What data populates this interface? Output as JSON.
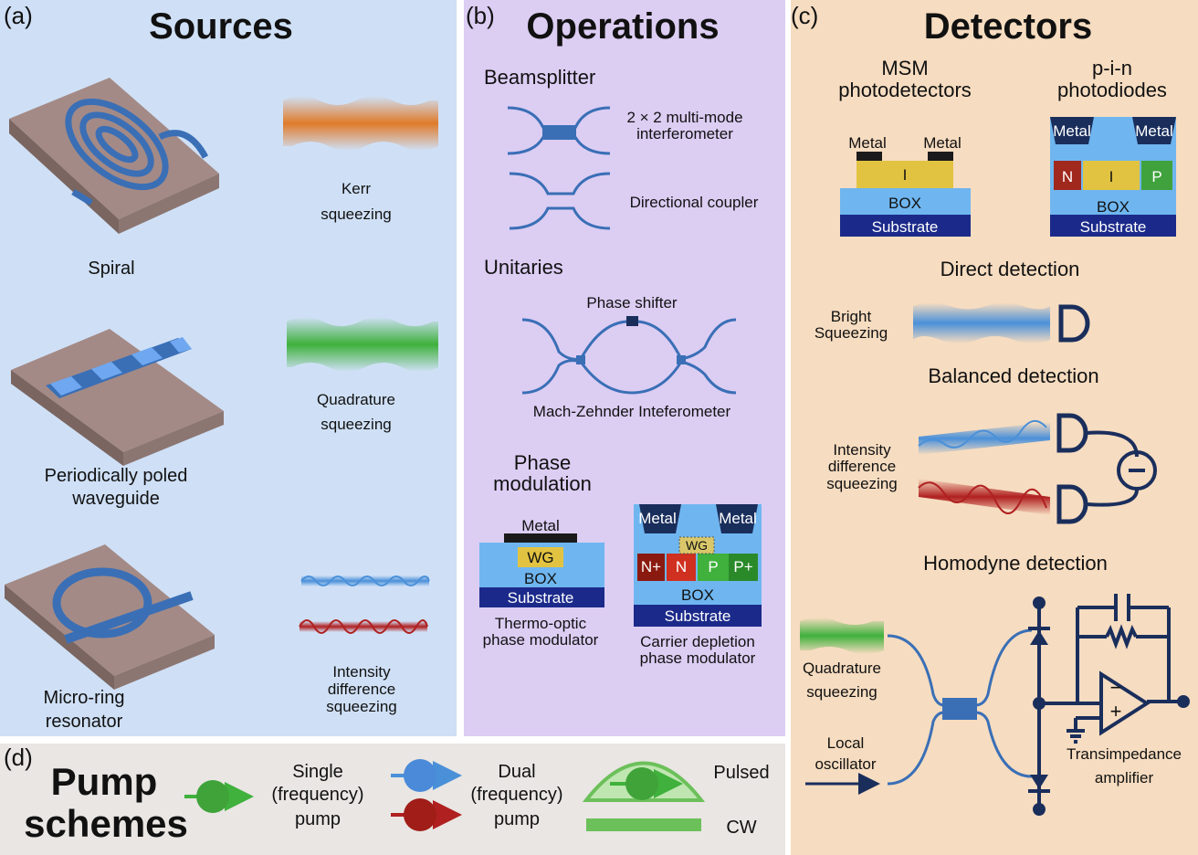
{
  "panel_a": {
    "tag": "(a)",
    "title": "Sources",
    "spiral": "Spiral",
    "ppwg": [
      "Periodically poled",
      "waveguide"
    ],
    "ring": [
      "Micro-ring",
      "resonator"
    ],
    "kerr": [
      "Kerr",
      "squeezing"
    ],
    "quad": [
      "Quadrature",
      "squeezing"
    ],
    "intensity": [
      "Intensity",
      "difference",
      "squeezing"
    ]
  },
  "panel_b": {
    "tag": "(b)",
    "title": "Operations",
    "beamsplitter": "Beamsplitter",
    "mmi": [
      "2 × 2 multi-mode",
      "interferometer"
    ],
    "dc": "Directional coupler",
    "unitaries": "Unitaries",
    "phase_shifter": "Phase shifter",
    "mzi": "Mach-Zehnder Inteferometer",
    "phase_mod": [
      "Phase",
      "modulation"
    ],
    "metal": "Metal",
    "wg": "WG",
    "box": "BOX",
    "substrate": "Substrate",
    "thermo": [
      "Thermo-optic",
      "phase modulator"
    ],
    "carrier": [
      "Carrier depletion",
      "phase modulator"
    ],
    "nplus": "N+",
    "n": "N",
    "p": "P",
    "pplus": "P+"
  },
  "panel_c": {
    "tag": "(c)",
    "title": "Detectors",
    "msm": [
      "MSM",
      "photodetectors"
    ],
    "pin": [
      "p-i-n",
      "photodiodes"
    ],
    "metal": "Metal",
    "i": "I",
    "n": "N",
    "p": "P",
    "box": "BOX",
    "substrate": "Substrate",
    "direct": "Direct detection",
    "bright": [
      "Bright",
      "Squeezing"
    ],
    "balanced": "Balanced detection",
    "intensity": [
      "Intensity",
      "difference",
      "squeezing"
    ],
    "homodyne": "Homodyne detection",
    "quad": [
      "Quadrature",
      "squeezing"
    ],
    "lo": [
      "Local",
      "oscillator"
    ],
    "tia": [
      "Transimpedance",
      "amplifier"
    ],
    "minus": "−",
    "plus": "+"
  },
  "panel_d": {
    "tag": "(d)",
    "title": [
      "Pump",
      "schemes"
    ],
    "single": [
      "Single",
      "(frequency)",
      "pump"
    ],
    "dual": [
      "Dual",
      "(frequency)",
      "pump"
    ],
    "pulsed": "Pulsed",
    "cw": "CW"
  },
  "colors": {
    "panel_a_bg": "#cfe0f6",
    "panel_b_bg": "#dccdf3",
    "panel_c_bg": "#f6dcc0",
    "panel_d_bg": "#e9e6e3",
    "waveguide": "#3a6fb6",
    "chip": "#a48a86",
    "orange": "#e07b2a",
    "green": "#3fb13c",
    "blue": "#4a90d9",
    "red": "#b02020",
    "navy": "#1a2e5c"
  }
}
